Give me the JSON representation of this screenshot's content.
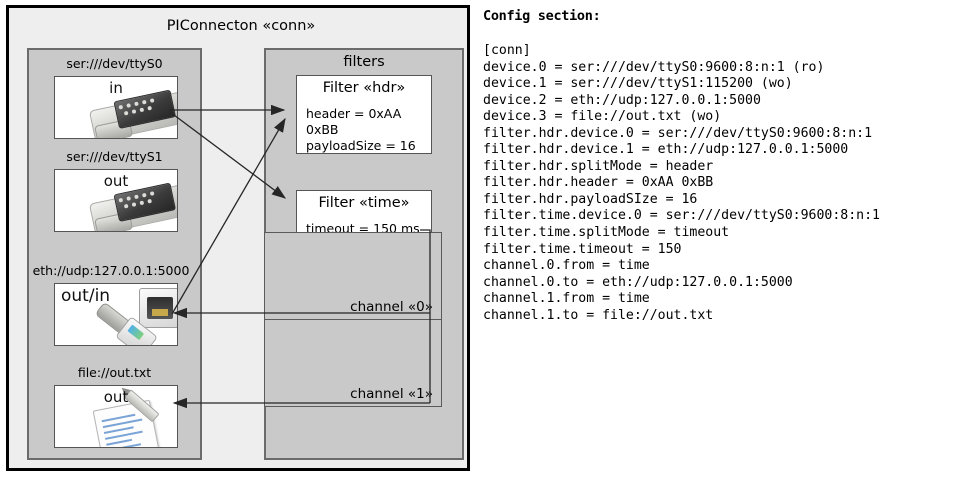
{
  "diagram": {
    "title": "PIConnecton «conn»",
    "devices_panel": {
      "devices": [
        {
          "label": "ser:///dev/ttyS0",
          "direction": "in",
          "icon": "serial-port-icon"
        },
        {
          "label": "ser:///dev/ttyS1",
          "direction": "out",
          "icon": "serial-port-icon"
        },
        {
          "label": "eth://udp:127.0.0.1:5000",
          "direction": "out/in",
          "icon": "ethernet-connector-icon"
        },
        {
          "label": "file://out.txt",
          "direction": "out",
          "icon": "text-file-icon"
        }
      ]
    },
    "filters_panel": {
      "title": "filters",
      "filters": [
        {
          "title": "Filter «hdr»",
          "props": [
            "header = 0xAA 0xBB",
            "payloadSize = 16"
          ]
        },
        {
          "title": "Filter «time»",
          "props": [
            "timeout = 150 ms"
          ]
        }
      ],
      "channels": [
        {
          "label": "channel «0»"
        },
        {
          "label": "channel «1»"
        }
      ]
    }
  },
  "config": {
    "heading": "Config section:",
    "lines": [
      "[conn]",
      "device.0 = ser:///dev/ttyS0:9600:8:n:1 (ro)",
      "device.1 = ser:///dev/ttyS1:115200 (wo)",
      "device.2 = eth://udp:127.0.0.1:5000",
      "device.3 = file://out.txt (wo)",
      "filter.hdr.device.0 = ser:///dev/ttyS0:9600:8:n:1",
      "filter.hdr.device.1 = eth://udp:127.0.0.1:5000",
      "filter.hdr.splitMode = header",
      "filter.hdr.header = 0xAA 0xBB",
      "filter.hdr.payloadSIze = 16",
      "filter.time.device.0 = ser:///dev/ttyS0:9600:8:n:1",
      "filter.time.splitMode = timeout",
      "filter.time.timeout = 150",
      "channel.0.from = time",
      "channel.0.to = eth://udp:127.0.0.1:5000",
      "channel.1.from = time",
      "channel.1.to = file://out.txt"
    ]
  },
  "colors": {
    "outer_fill": "#eeeeee",
    "panel_fill": "#c9c9c9",
    "box_fill": "#ffffff",
    "border_dark": "#000000",
    "border_gray": "#6b6b6b",
    "line": "#333333"
  }
}
